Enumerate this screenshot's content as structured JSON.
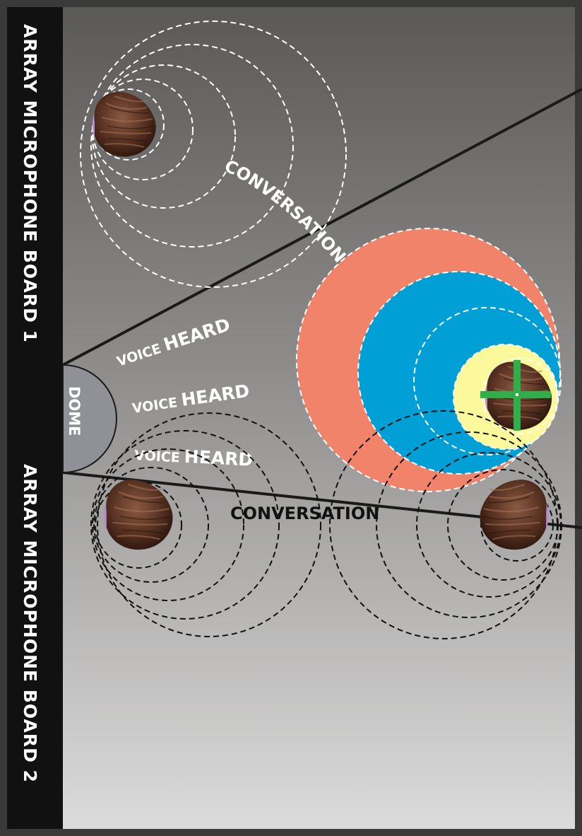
{
  "side_labels": {
    "board1": "ARRAY MICROPHONE BOARD 1",
    "board2": "ARRAY MICROPHONE BOARD 2"
  },
  "dome_label": "DOME",
  "voice_labels": [
    {
      "small": "VOICE",
      "big": "HEARD"
    },
    {
      "small": "VOICE",
      "big": "HEARD"
    },
    {
      "small": "VOICE",
      "big": "HEARD"
    }
  ],
  "conversation_labels": {
    "upper_curved": "CONVERSATION",
    "lower": "CONVERSATION"
  },
  "colors": {
    "sidebar": "#111111",
    "dome": "#909196",
    "zone_outer": "#f2836b",
    "zone_middle": "#009fd6",
    "zone_inner": "#fcf99d",
    "target_cross": "#2eaf49",
    "waves_upper": "#ffffff",
    "waves_lower": "#111111"
  },
  "icons": {
    "head": "head-top-view-icon",
    "target": "crosshair-icon"
  }
}
